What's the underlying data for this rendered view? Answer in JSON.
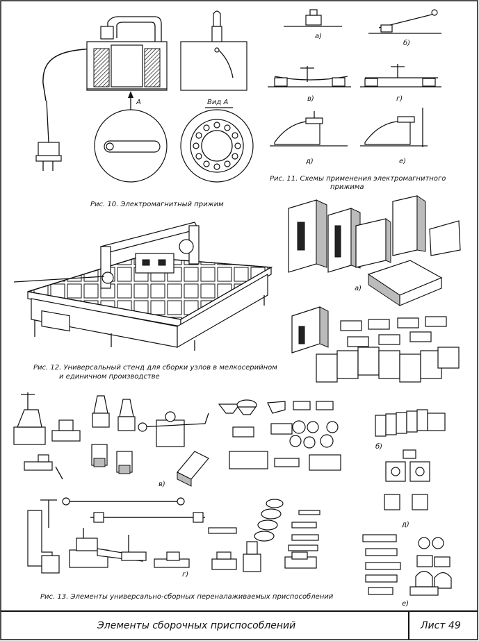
{
  "captions": {
    "fig10": "Рис. 10. Электромагнитный прижим",
    "fig11_line1": "Рис. 11. Схемы применения электромагнитного",
    "fig11_line2": "прижима",
    "fig12_line1": "Рис. 12. Универсальный стенд для сборки узлов в мелкосерийном",
    "fig12_line2": "и единичном производстве",
    "fig13": "Рис. 13. Элементы универсально-сборных переналаживаемых приспособлений"
  },
  "fig10": {
    "arrow_label": "A",
    "view_label": "Вид A"
  },
  "fig11": {
    "labels": [
      "а)",
      "б)",
      "в)",
      "г)",
      "д)",
      "е)"
    ]
  },
  "fig13": {
    "labels": [
      "а)",
      "б)",
      "в)",
      "г)",
      "д)",
      "е)"
    ]
  },
  "title_block": {
    "title": "Элементы сборочных приспособлений",
    "sheet": "Лист 49"
  }
}
